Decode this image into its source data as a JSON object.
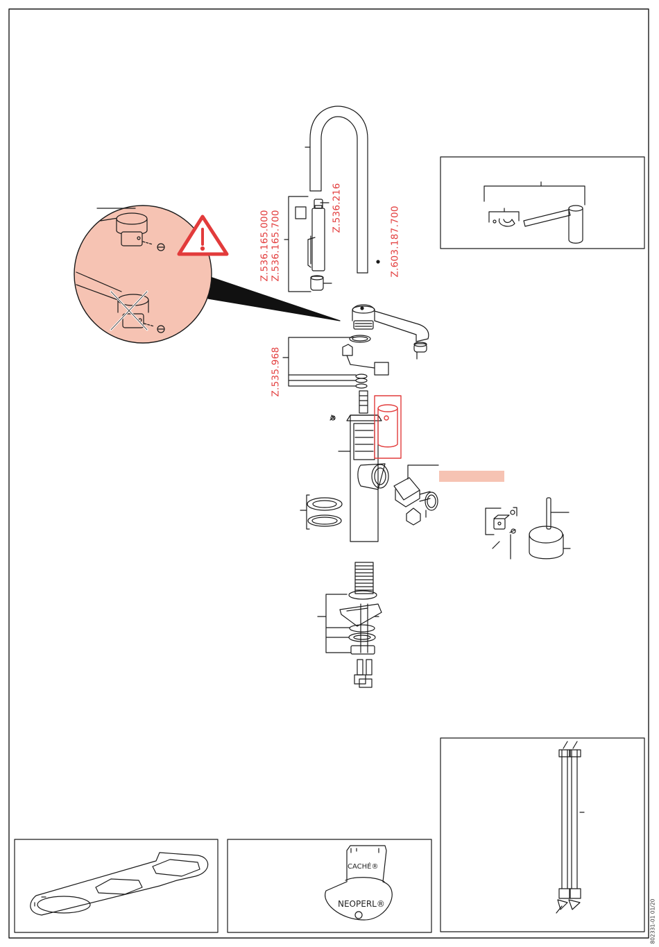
{
  "parts": {
    "spout_set": "Z.536.165.000",
    "spout_set_alt": "Z.536.165.700",
    "spout_part": "Z.536.216",
    "grub_screw": "Z.603.187.700",
    "bearing_set": "Z.535.968"
  },
  "key_tool": {
    "brand_top": "CACHÉ®",
    "brand_bottom": "NEOPERL®"
  },
  "document_number": "802331-01 01/20",
  "colors": {
    "accent": "#e23b3b",
    "highlight": "#f6c3b3",
    "line": "#1a1a1a"
  }
}
